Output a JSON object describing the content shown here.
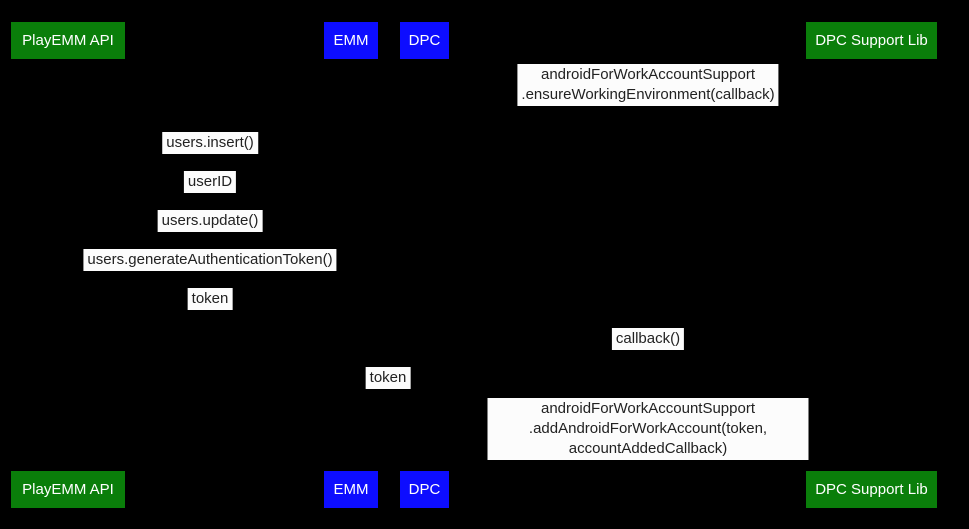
{
  "diagram": {
    "type": "sequence-diagram",
    "participants": [
      {
        "id": "playemm-api",
        "label": "PlayEMM API",
        "color_role": "green"
      },
      {
        "id": "emm",
        "label": "EMM",
        "color_role": "blue"
      },
      {
        "id": "dpc",
        "label": "DPC",
        "color_role": "blue"
      },
      {
        "id": "dpc-support-lib",
        "label": "DPC Support Lib",
        "color_role": "green"
      }
    ],
    "messages": [
      {
        "label": "androidForWorkAccountSupport\n.ensureWorkingEnvironment(callback)",
        "between": [
          "DPC",
          "DPC Support Lib"
        ]
      },
      {
        "label": "users.insert()",
        "between": [
          "PlayEMM API",
          "EMM"
        ]
      },
      {
        "label": "userID",
        "between": [
          "PlayEMM API",
          "EMM"
        ]
      },
      {
        "label": "users.update()",
        "between": [
          "PlayEMM API",
          "EMM"
        ]
      },
      {
        "label": "users.generateAuthenticationToken()",
        "between": [
          "PlayEMM API",
          "EMM"
        ]
      },
      {
        "label": "token",
        "between": [
          "PlayEMM API",
          "EMM"
        ]
      },
      {
        "label": "callback()",
        "between": [
          "DPC",
          "DPC Support Lib"
        ]
      },
      {
        "label": "token",
        "between": [
          "EMM",
          "DPC"
        ]
      },
      {
        "label": "androidForWorkAccountSupport\n.addAndroidForWorkAccount(token, accountAddedCallback)",
        "between": [
          "DPC",
          "DPC Support Lib"
        ]
      }
    ]
  },
  "colors": {
    "background": "#000000",
    "participant_green": "#0a7e0a",
    "participant_blue": "#0d0dff",
    "participant_text": "#ffffff",
    "label_bg": "#fcfcfc",
    "label_text": "#222222"
  }
}
